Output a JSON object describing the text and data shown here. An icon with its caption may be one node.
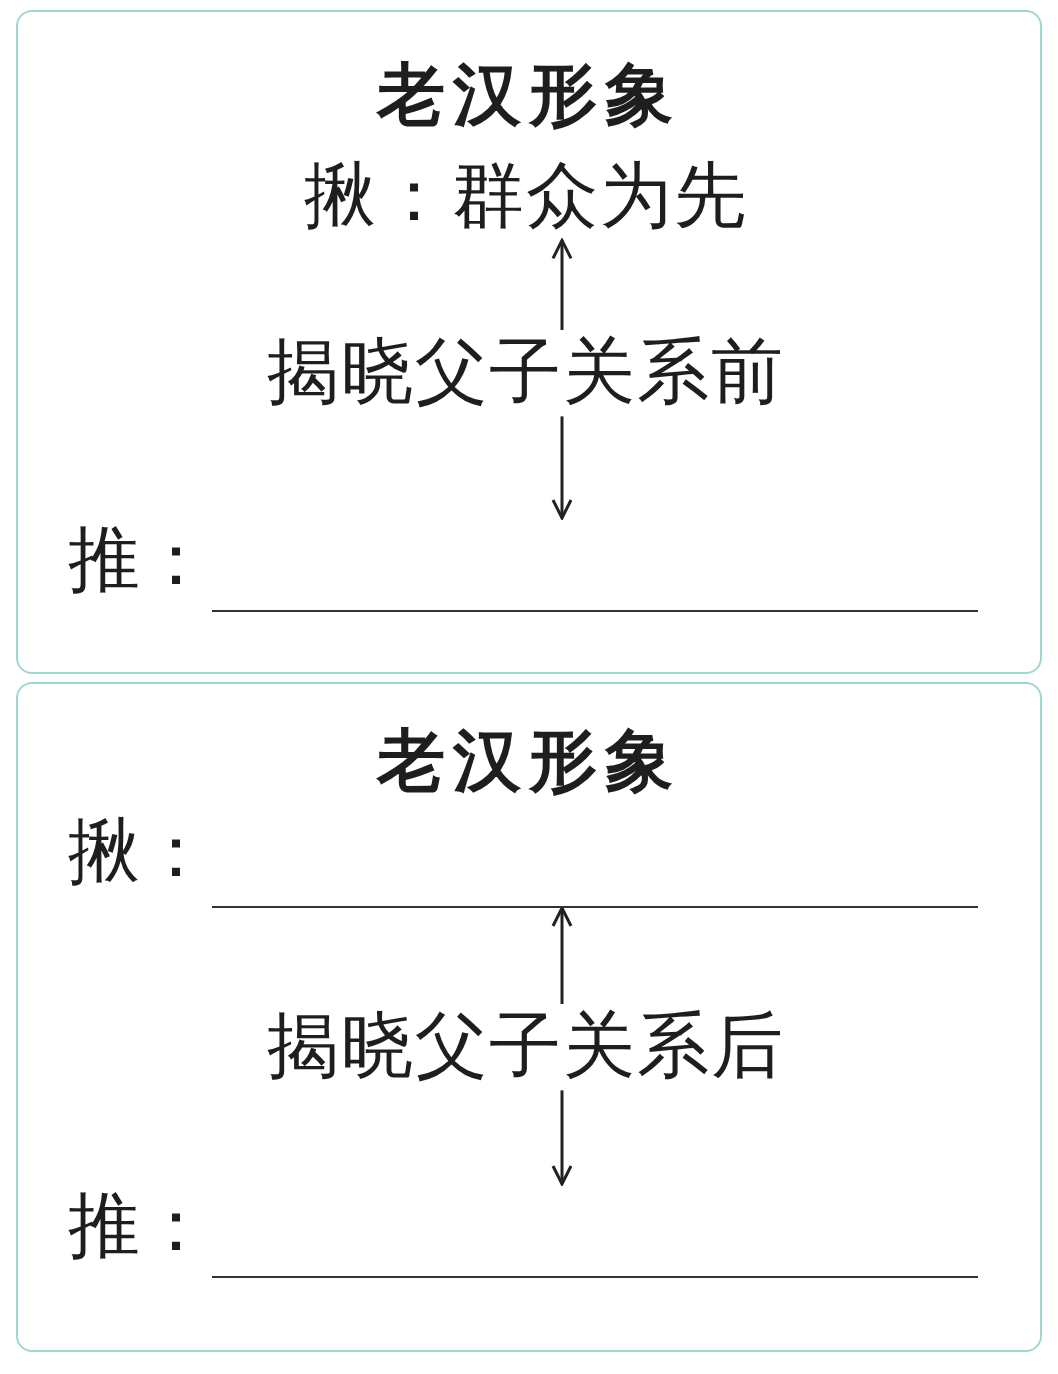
{
  "diagram": {
    "nodes": [
      {
        "text": [
          "老汉形象"
        ]
      },
      {
        "text": [
          "揪：群众为先"
        ],
        "in": 0
      },
      {
        "text": [
          "揭晓父子关系前"
        ],
        "in": 0
      },
      {
        "text": [
          "推："
        ],
        "in": 0
      },
      {
        "text": [
          "老汉形象"
        ]
      },
      {
        "text": [
          "揪："
        ],
        "in": 4
      },
      {
        "text": [
          "揭晓父子关系后"
        ],
        "in": 4
      },
      {
        "text": [
          "推："
        ],
        "in": 4
      }
    ],
    "edges": [
      {
        "from": 2,
        "to": 1,
        "arrow": "to"
      },
      {
        "from": 2,
        "to": 3,
        "arrow": "to"
      },
      {
        "from": 6,
        "to": 5,
        "arrow": "to"
      },
      {
        "from": 6,
        "to": 7,
        "arrow": "to"
      }
    ]
  }
}
